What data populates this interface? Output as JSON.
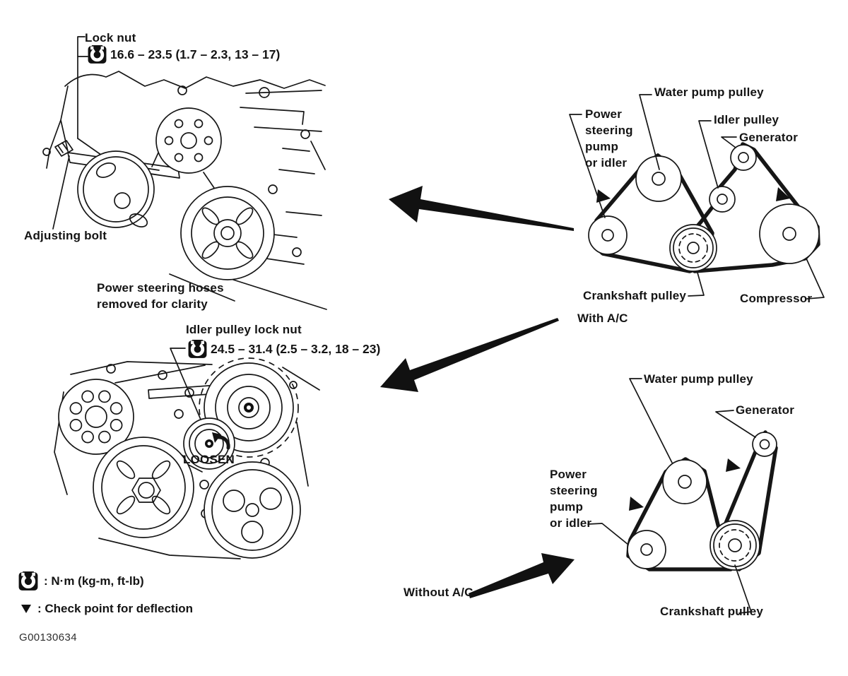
{
  "figure": {
    "id": "G00130634"
  },
  "colors": {
    "ink": "#161616",
    "background": "#ffffff"
  },
  "engine_view_ac": {
    "lock_nut_label": "Lock nut",
    "torque_spec": "16.6 – 23.5 (1.7 – 2.3, 13 – 17)",
    "adjusting_bolt_label": "Adjusting bolt",
    "note_lines": [
      "Power steering hoses",
      "removed for clarity"
    ]
  },
  "engine_view_no_ac": {
    "idler_lock_nut_label": "Idler pulley lock nut",
    "torque_spec": "24.5 – 31.4 (2.5 – 3.2, 18 – 23)",
    "loosen_label": "LOOSEN"
  },
  "belt_diagram_ac": {
    "caption": "With A/C",
    "water_pump_label": "Water pump pulley",
    "power_steering_lines": [
      "Power",
      "steering",
      "pump",
      "or idler"
    ],
    "idler_label": "Idler pulley",
    "generator_label": "Generator",
    "crankshaft_label": "Crankshaft pulley",
    "compressor_label": "Compressor"
  },
  "belt_diagram_no_ac": {
    "caption": "Without A/C",
    "water_pump_label": "Water pump pulley",
    "generator_label": "Generator",
    "power_steering_lines": [
      "Power",
      "steering",
      "pump",
      "or idler"
    ],
    "crankshaft_label": "Crankshaft pulley"
  },
  "legend": {
    "torque_units": ": N·m (kg-m, ft-lb)",
    "deflection": ": Check point for deflection"
  }
}
